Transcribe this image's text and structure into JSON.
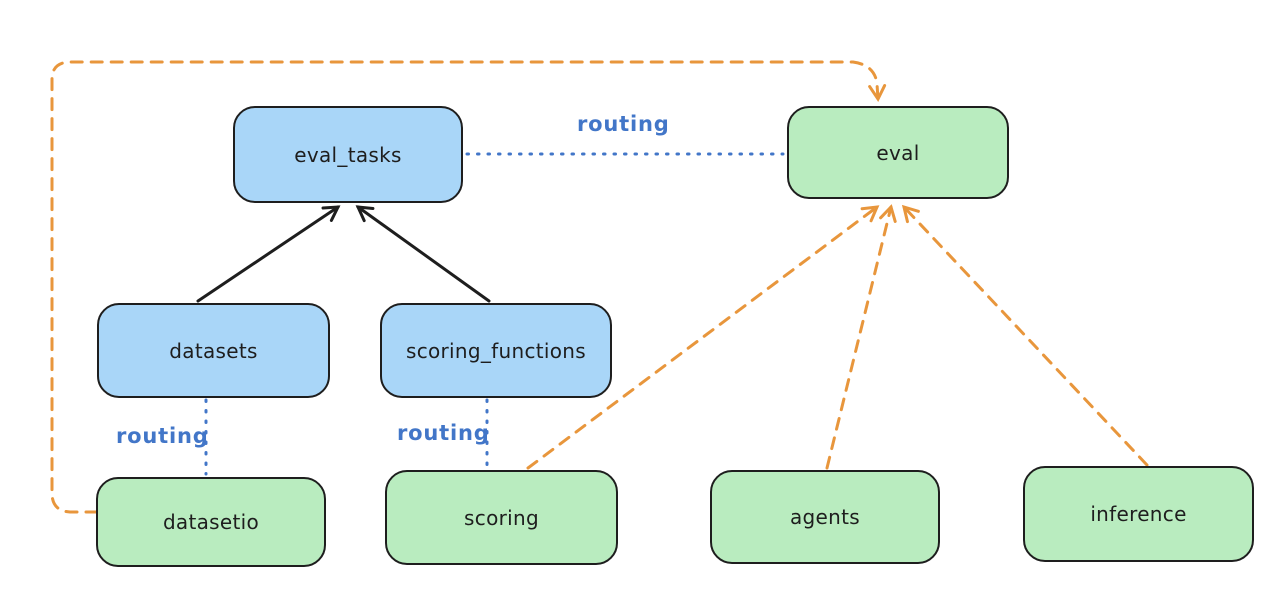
{
  "diagram": {
    "nodes": [
      {
        "id": "eval_tasks",
        "label": "eval_tasks",
        "fill": "blue"
      },
      {
        "id": "eval",
        "label": "eval",
        "fill": "green"
      },
      {
        "id": "datasets",
        "label": "datasets",
        "fill": "blue"
      },
      {
        "id": "scoring_functions",
        "label": "scoring_functions",
        "fill": "blue"
      },
      {
        "id": "datasetio",
        "label": "datasetio",
        "fill": "green"
      },
      {
        "id": "scoring",
        "label": "scoring",
        "fill": "green"
      },
      {
        "id": "agents",
        "label": "agents",
        "fill": "green"
      },
      {
        "id": "inference",
        "label": "inference",
        "fill": "green"
      }
    ],
    "edge_labels": {
      "eval_tasks_to_eval": "routing",
      "datasets_to_datasetio": "routing",
      "scoring_functions_to_scoring": "routing"
    },
    "edges": [
      {
        "from": "datasets",
        "to": "eval_tasks",
        "style": "solid",
        "color": "black",
        "arrow": true
      },
      {
        "from": "scoring_functions",
        "to": "eval_tasks",
        "style": "solid",
        "color": "black",
        "arrow": true
      },
      {
        "from": "eval_tasks",
        "to": "eval",
        "style": "dotted",
        "color": "blue",
        "arrow": false,
        "label": "routing"
      },
      {
        "from": "datasets",
        "to": "datasetio",
        "style": "dotted",
        "color": "blue",
        "arrow": false,
        "label": "routing"
      },
      {
        "from": "scoring_functions",
        "to": "scoring",
        "style": "dotted",
        "color": "blue",
        "arrow": false,
        "label": "routing"
      },
      {
        "from": "datasetio",
        "to": "eval",
        "style": "dashed",
        "color": "orange",
        "arrow": true
      },
      {
        "from": "scoring",
        "to": "eval",
        "style": "dashed",
        "color": "orange",
        "arrow": true
      },
      {
        "from": "agents",
        "to": "eval",
        "style": "dashed",
        "color": "orange",
        "arrow": true
      },
      {
        "from": "inference",
        "to": "eval",
        "style": "dashed",
        "color": "orange",
        "arrow": true
      }
    ],
    "colors": {
      "background": "#ffffff",
      "node_blue_fill": "#a9d6f8",
      "node_green_fill": "#b9ecbf",
      "node_stroke": "#1e1e1e",
      "edge_black": "#1e1e1e",
      "edge_blue": "#4276c8",
      "edge_orange": "#e8963c"
    }
  }
}
